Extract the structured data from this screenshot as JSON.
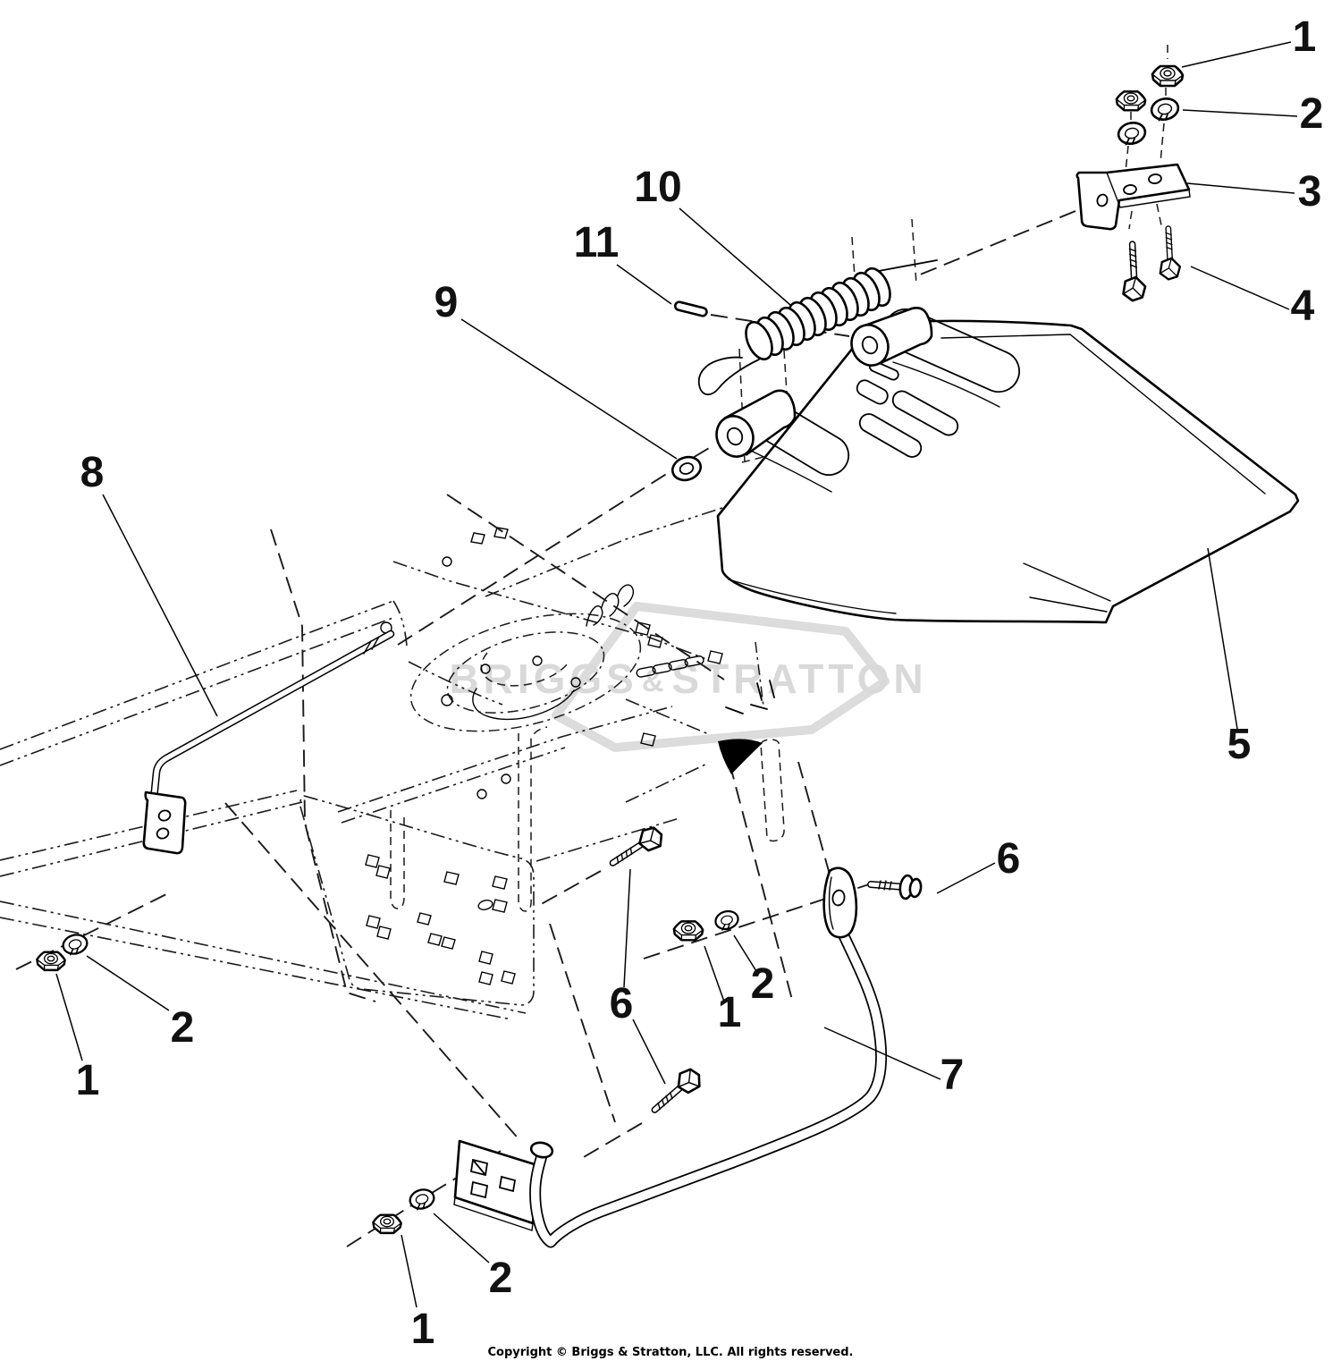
{
  "page": {
    "background": "#ffffff",
    "ink": "#000000",
    "watermark_color": "#d9d9d9"
  },
  "diagram": {
    "watermark": {
      "brand_left": "BRIGGS",
      "ampersand": "&",
      "brand_right": "STRATTON"
    },
    "copyright": "Copyright © Briggs & Stratton, LLC. All rights reserved.",
    "callouts": [
      {
        "id": "nut-top-right",
        "label": "1"
      },
      {
        "id": "lockwasher-top-right",
        "label": "2"
      },
      {
        "id": "hinge-bracket",
        "label": "3"
      },
      {
        "id": "bolt-top-right",
        "label": "4"
      },
      {
        "id": "deflector",
        "label": "5"
      },
      {
        "id": "bolt-right",
        "label": "6"
      },
      {
        "id": "bail-rod",
        "label": "7"
      },
      {
        "id": "pivot-rod",
        "label": "8"
      },
      {
        "id": "flat-washer",
        "label": "9"
      },
      {
        "id": "torsion-spring",
        "label": "10"
      },
      {
        "id": "hinge-pin",
        "label": "11"
      },
      {
        "id": "bolt-mid",
        "label": "6"
      },
      {
        "id": "nut-mid",
        "label": "1"
      },
      {
        "id": "lockwasher-mid",
        "label": "2"
      },
      {
        "id": "nut-left",
        "label": "1"
      },
      {
        "id": "lockwasher-left",
        "label": "2"
      },
      {
        "id": "lockwasher-bottom",
        "label": "2"
      },
      {
        "id": "nut-bottom",
        "label": "1"
      }
    ]
  }
}
